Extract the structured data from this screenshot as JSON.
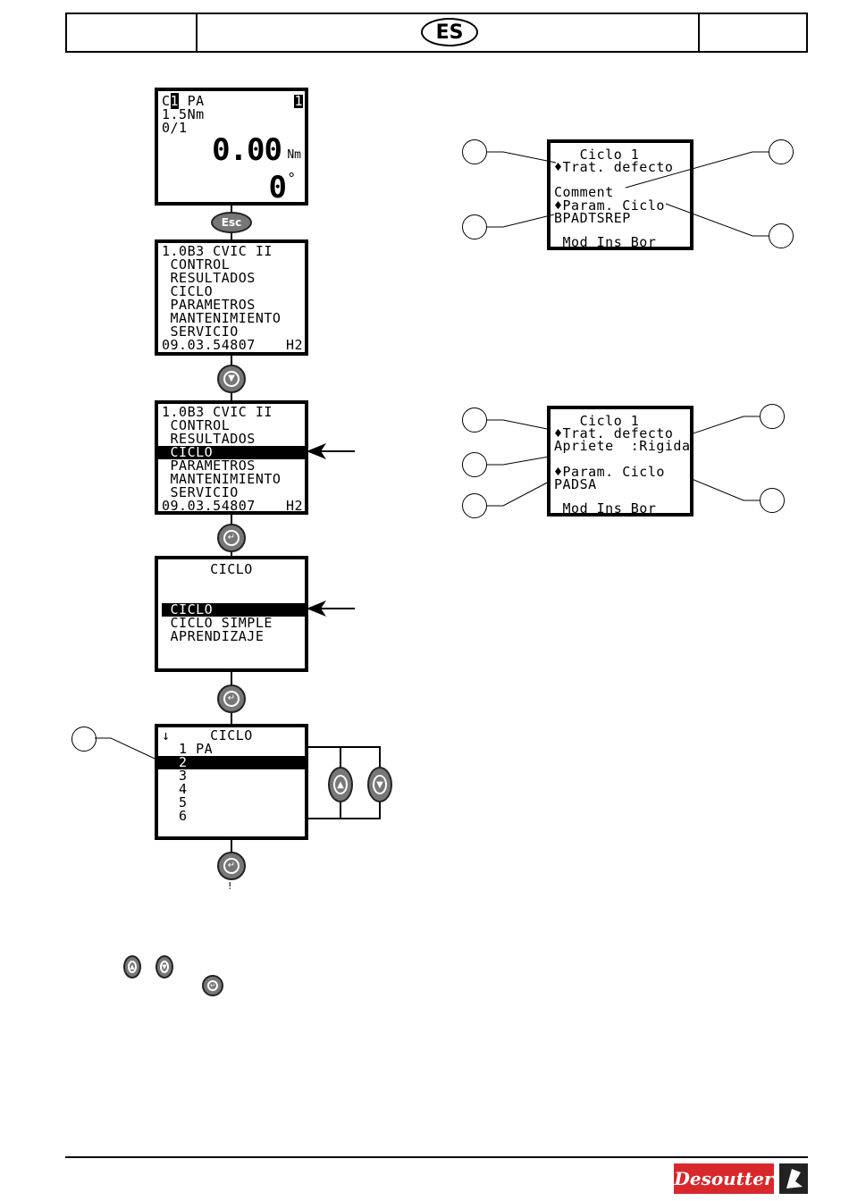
{
  "header": {
    "lang_badge": "ES"
  },
  "screen1": {
    "line1_a": "C",
    "line1_sel": "1",
    "line1_b": " PA",
    "line1_num": "1",
    "line2": "1.5Nm",
    "line3": "0/1",
    "torque": "0.00",
    "torque_unit": "Nm",
    "angle": "0",
    "angle_unit": "°"
  },
  "esc_button": "Esc",
  "screen2": {
    "lines": [
      "1.0B3 CVIC II",
      " CONTROL",
      " RESULTADOS",
      " CICLO",
      " PARAMETROS",
      " MANTENIMIENTO",
      " SERVICIO"
    ],
    "footer_left": "09.03.54807",
    "footer_right": "H2"
  },
  "screen3": {
    "lines": [
      "1.0B3 CVIC II",
      " CONTROL",
      " RESULTADOS",
      " CICLO",
      " PARAMETROS",
      " MANTENIMIENTO",
      " SERVICIO"
    ],
    "footer_left": "09.03.54807",
    "footer_right": "H2"
  },
  "screen4": {
    "title": "CICLO",
    "items": [
      " CICLO",
      " CICLO SIMPLE",
      " APRENDIZAJE"
    ]
  },
  "screen5": {
    "arrow": "↓",
    "title": "CICLO",
    "items": [
      "  1 PA",
      "  2",
      "  3",
      "  4",
      "  5",
      "  6"
    ]
  },
  "screen6": {
    "lines": [
      "   Ciclo 1",
      "♦Trat. defecto",
      "",
      "Comment",
      "♦Param. Ciclo",
      "BPADTSREP",
      "",
      " Mod Ins Bor"
    ]
  },
  "screen7": {
    "lines": [
      "   Ciclo 1",
      "♦Trat. defecto",
      "Apriete  :Rigida",
      "",
      "♦Param. Ciclo",
      "PADSA",
      "",
      " Mod Ins Bor"
    ]
  },
  "bottom_mark": "!",
  "logo_text": "Desoutter"
}
